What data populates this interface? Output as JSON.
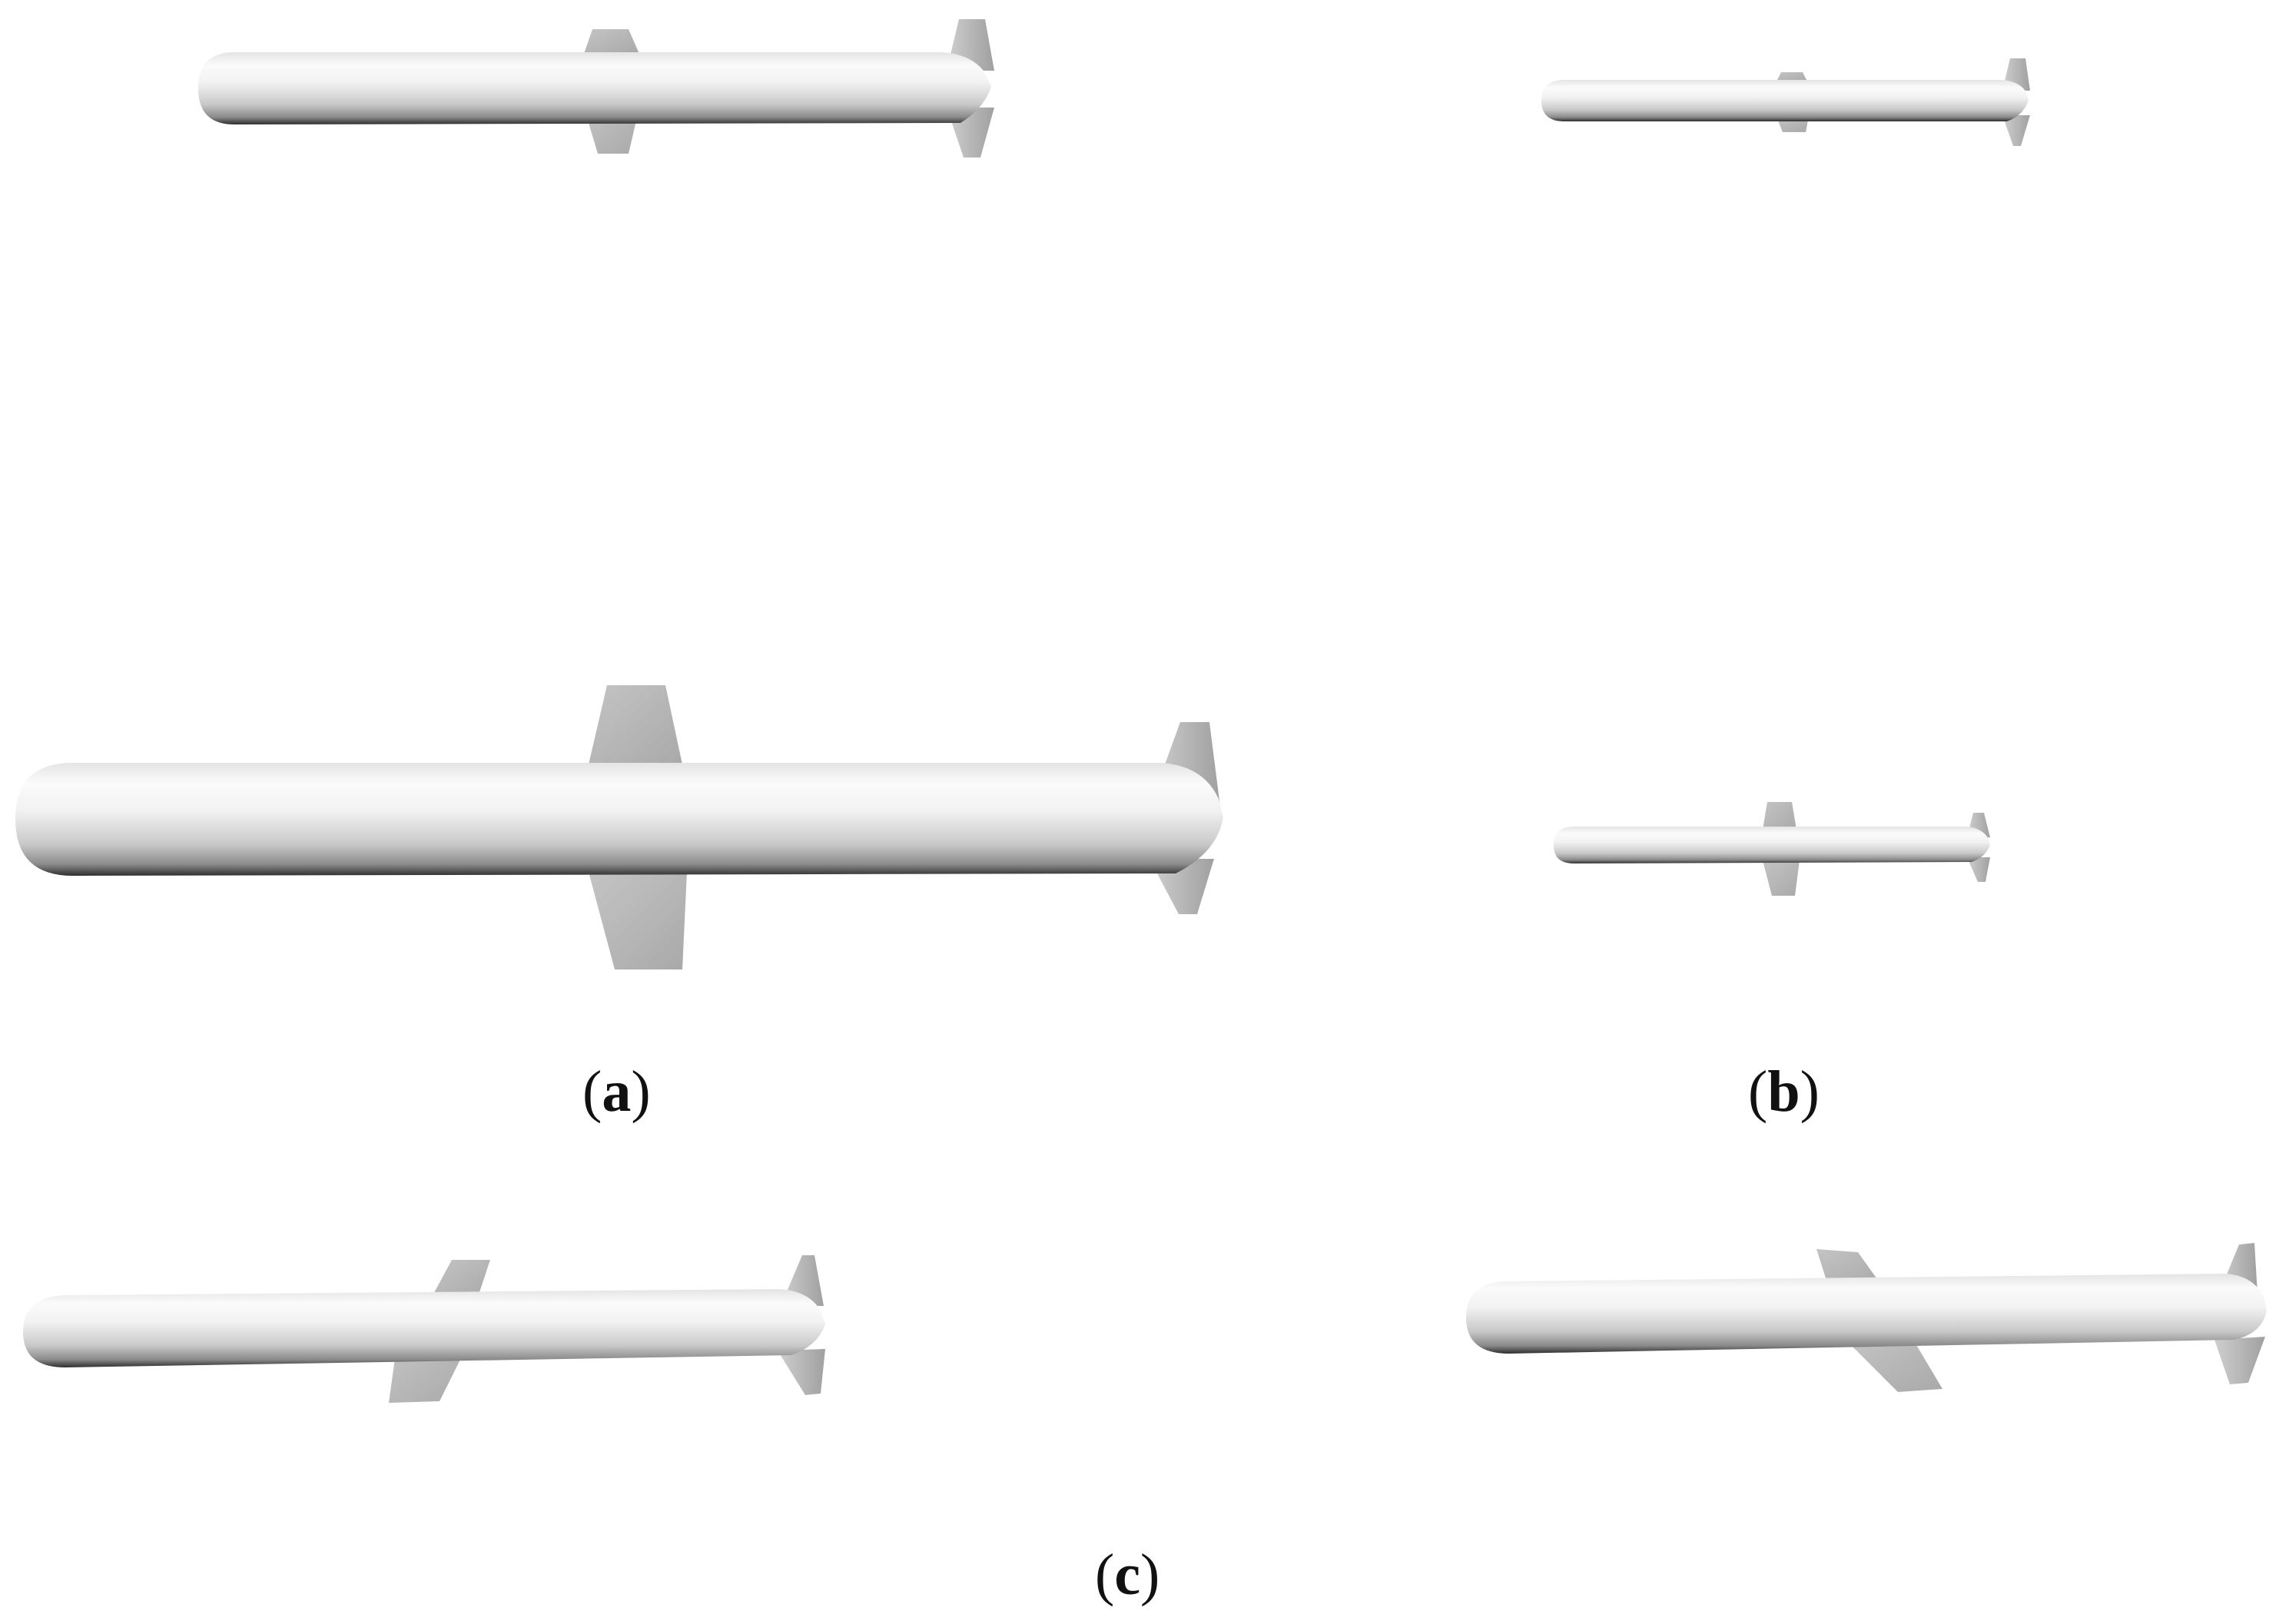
{
  "captions": {
    "a": "a",
    "b": "b",
    "c": "c"
  },
  "colors": {
    "background": "#ffffff",
    "body_light": "#f6f6f6",
    "body_mid": "#d9d9d9",
    "body_dark": "#3c3c3c",
    "fin": "#b8b8b8",
    "fin_dark": "#9a9a9a"
  }
}
